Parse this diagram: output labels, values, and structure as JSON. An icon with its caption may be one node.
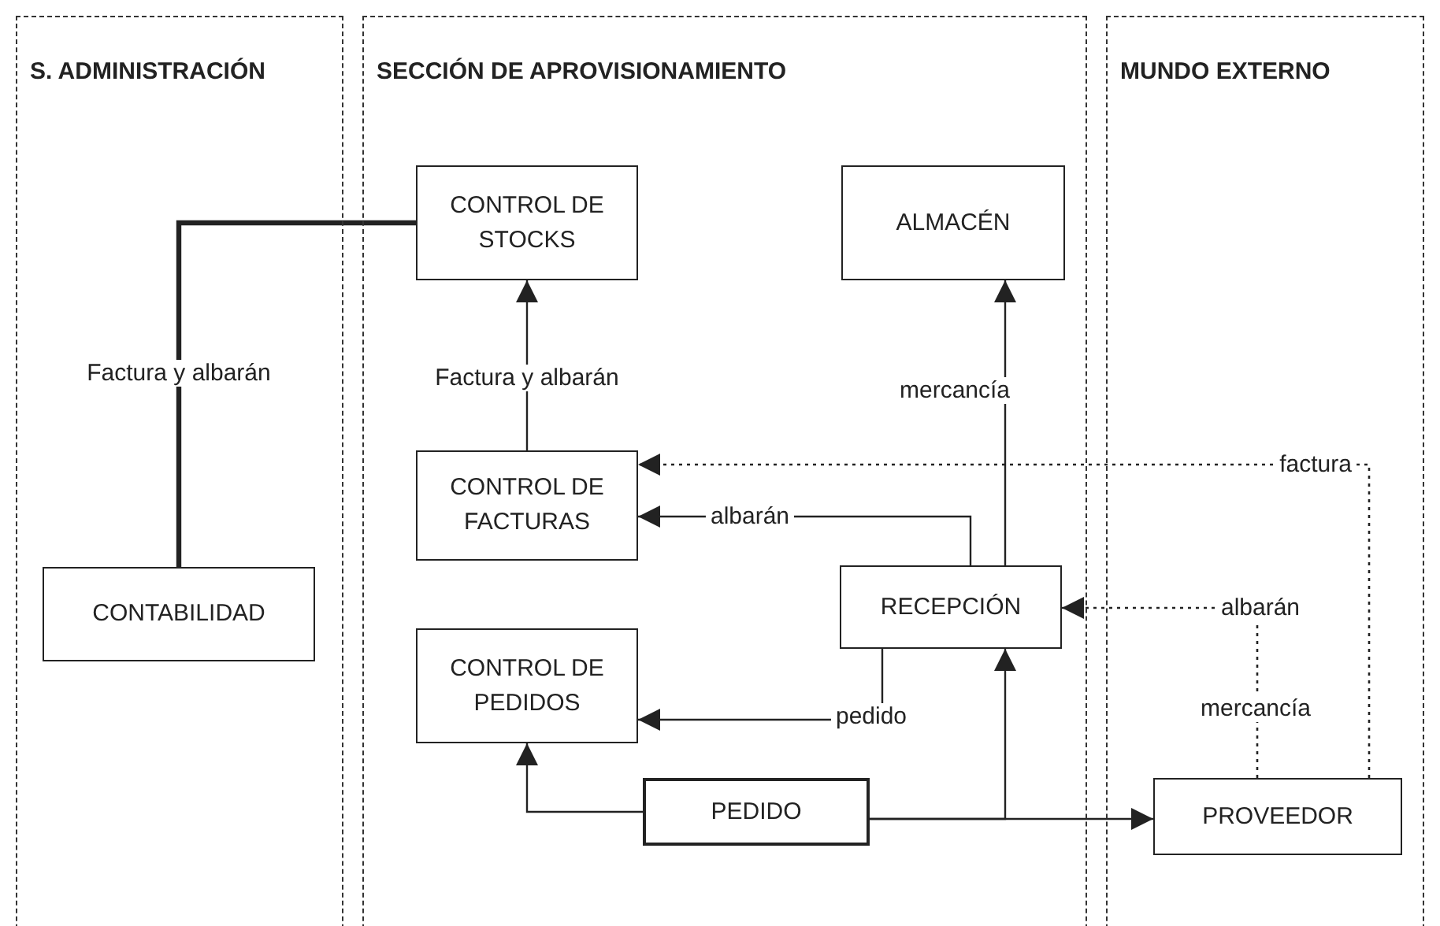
{
  "diagram": {
    "nodes": [
      {
        "text": [
          "S. ADMINISTRACIÓN"
        ]
      },
      {
        "text": [
          "SECCIÓN DE APROVISIONAMIENTO"
        ]
      },
      {
        "text": [
          "MUNDO EXTERNO"
        ]
      },
      {
        "text": [
          "CONTROL DE STOCKS"
        ],
        "in": 1
      },
      {
        "text": [
          "ALMACÉN"
        ],
        "in": 1
      },
      {
        "text": [
          "CONTROL DE FACTURAS"
        ],
        "in": 1
      },
      {
        "text": [
          "RECEPCIÓN"
        ],
        "in": 1
      },
      {
        "text": [
          "CONTROL DE PEDIDOS"
        ],
        "in": 1
      },
      {
        "text": [
          "PEDIDO"
        ],
        "in": 1
      },
      {
        "text": [
          "CONTABILIDAD"
        ],
        "in": 0
      },
      {
        "text": [
          "PROVEEDOR"
        ],
        "in": 2
      }
    ],
    "edges": [
      {
        "from": 9,
        "to": 3,
        "arrow": "none",
        "style": "thick",
        "label": "Factura y albarán"
      },
      {
        "from": 5,
        "to": 3,
        "arrow": "to",
        "label": "Factura y albarán"
      },
      {
        "from": 6,
        "to": 4,
        "arrow": "to",
        "label": "mercancía"
      },
      {
        "from": 6,
        "to": 5,
        "arrow": "to",
        "label": "albarán"
      },
      {
        "from": 6,
        "to": 7,
        "arrow": "to",
        "label": "pedido"
      },
      {
        "from": 10,
        "to": 5,
        "arrow": "to",
        "style": "dashed",
        "label": "factura"
      },
      {
        "from": 10,
        "to": 6,
        "arrow": "to",
        "style": "dashed",
        "label": "albarán"
      },
      {
        "from": 8,
        "to": 7,
        "arrow": "to"
      },
      {
        "from": 8,
        "to": 6,
        "arrow": "to"
      },
      {
        "from": 8,
        "to": 10,
        "arrow": "to"
      }
    ],
    "labels": [
      "mercancía"
    ]
  }
}
